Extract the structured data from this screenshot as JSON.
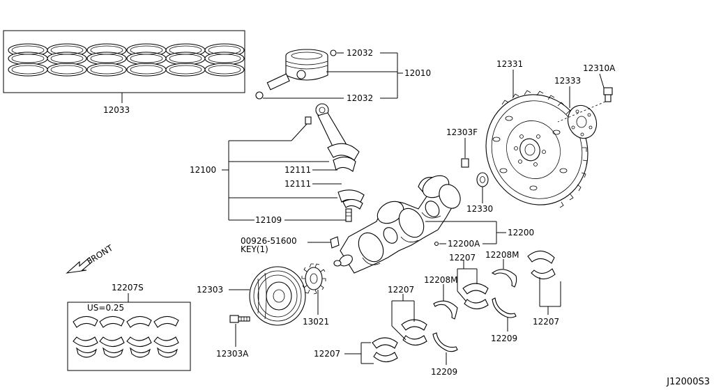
{
  "diagram_code": "J12000S3",
  "front_label": "FRONT",
  "bearing_set_label": "US=0.25",
  "parts": {
    "p12033": "12033",
    "p12032a": "12032",
    "p12010": "12010",
    "p12032b": "12032",
    "p12331": "12331",
    "p12310A": "12310A",
    "p12333": "12333",
    "p12303F": "12303F",
    "p12100": "12100",
    "p12111a": "12111",
    "p12111b": "12111",
    "p12330": "12330",
    "p12109": "12109",
    "p12200": "12200",
    "p00926": "00926-51600",
    "key": "KEY(1)",
    "p12200A": "12200A",
    "p12207S": "12207S",
    "p12208Ma": "12208M",
    "p12207a": "12207",
    "p12208Mb": "12208M",
    "p12303": "12303",
    "p12207b": "12207",
    "p13021": "13021",
    "p12207c": "12207",
    "p12209a": "12209",
    "p12303A": "12303A",
    "p12207d": "12207",
    "p12209b": "12209"
  }
}
